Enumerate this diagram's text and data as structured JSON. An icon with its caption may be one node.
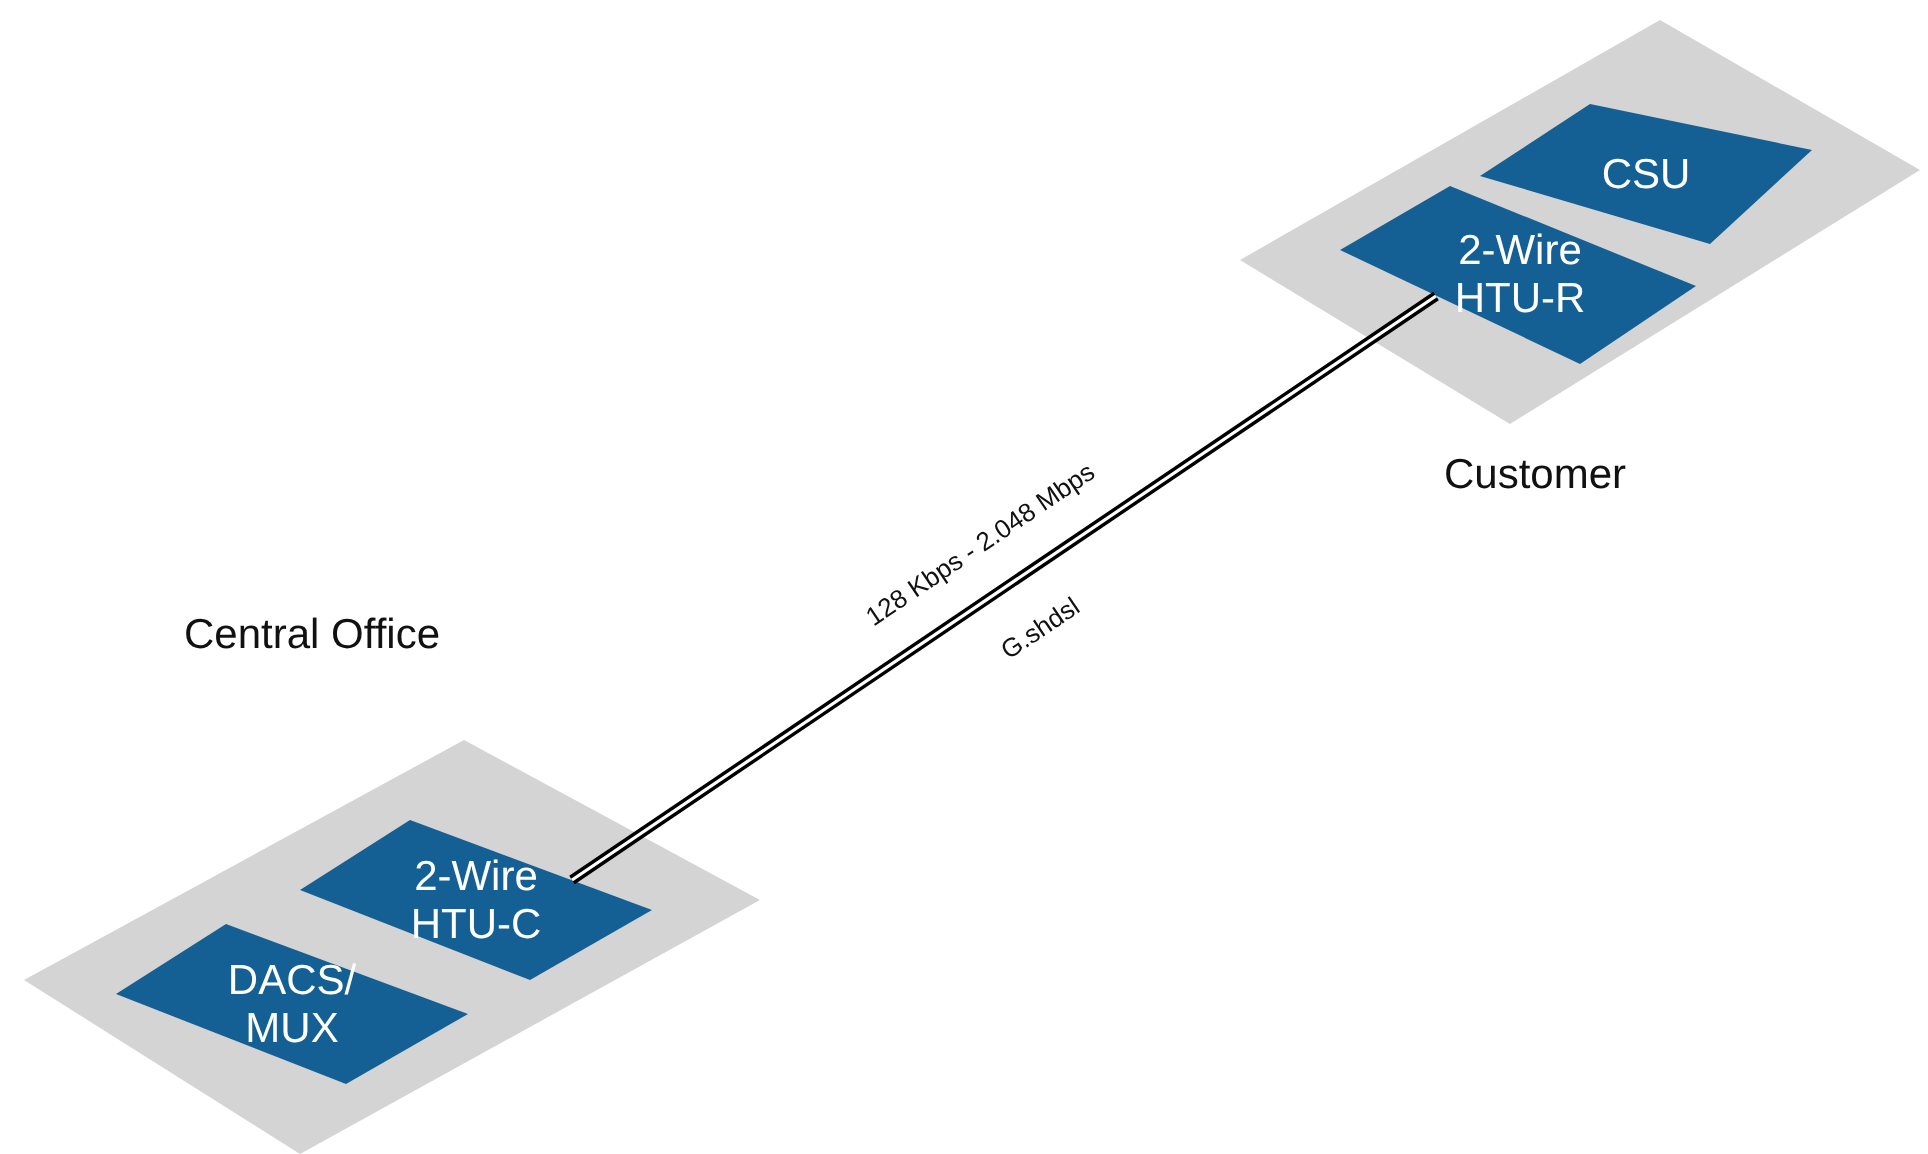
{
  "diagram": {
    "nodes": [
      {
        "text": [
          "Central Office"
        ]
      },
      {
        "text": [
          "2-Wire HTU-C"
        ],
        "in": 0
      },
      {
        "text": [
          "DACS/ MUX"
        ],
        "in": 0
      },
      {
        "text": [
          "Customer"
        ]
      },
      {
        "text": [
          "2-Wire HTU-R"
        ],
        "in": 3
      },
      {
        "text": [
          "CSU"
        ],
        "in": 3
      }
    ],
    "edges": [
      {
        "from": 1,
        "to": 4,
        "arrow": "none",
        "label": "128 Kbps - 2.048 Mbps"
      }
    ],
    "labels": [
      "G.shdsl"
    ]
  }
}
